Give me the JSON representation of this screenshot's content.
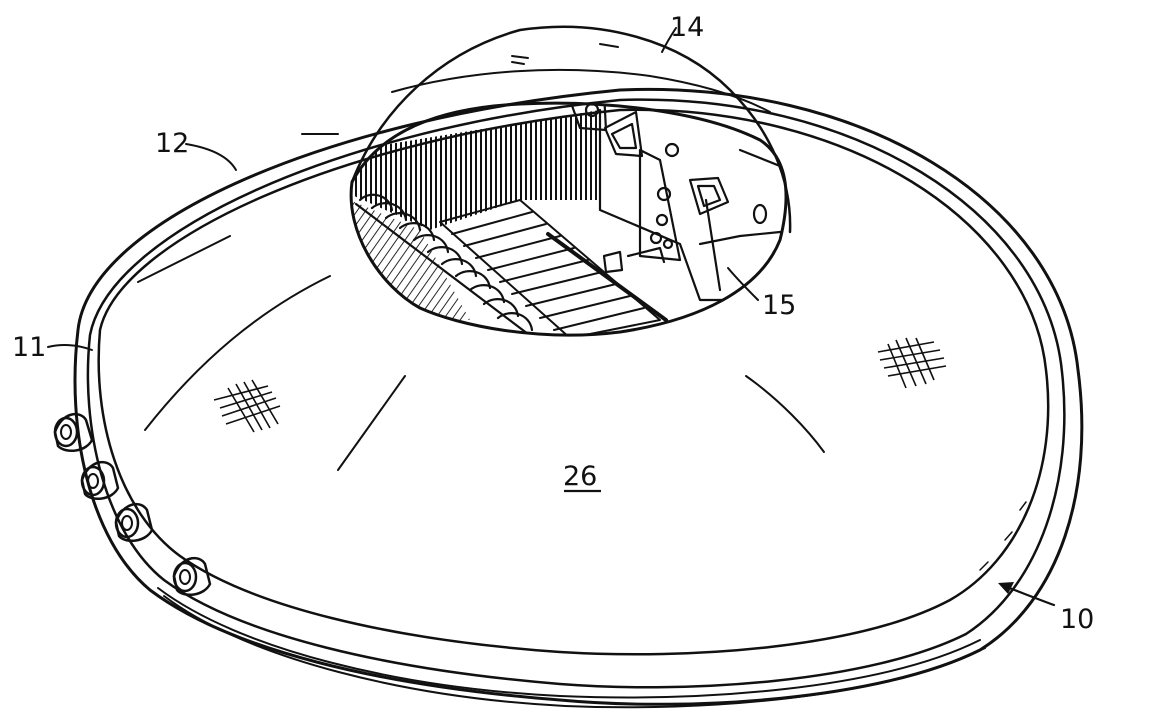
{
  "figure": {
    "labels": {
      "ref_10": "10",
      "ref_11": "11",
      "ref_12": "12",
      "ref_14": "14",
      "ref_15": "15",
      "ref_26": "26"
    },
    "colors": {
      "ink": "#111111",
      "paper": "#ffffff"
    }
  }
}
